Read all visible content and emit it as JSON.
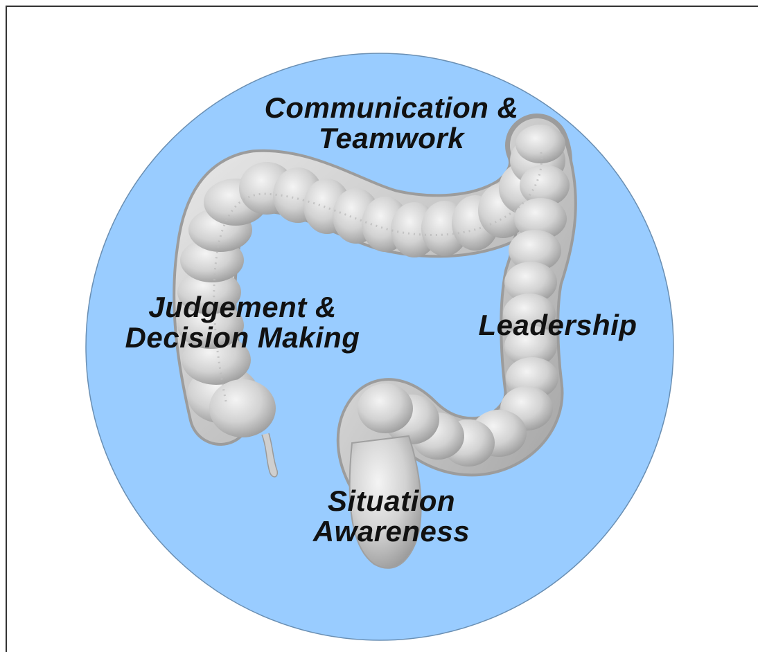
{
  "diagram": {
    "background_color": "#99ccff",
    "colon_color": "#d3d3d3",
    "labels": {
      "communication_line1": "Communication &",
      "communication_line2": "Teamwork",
      "judgement_line1": "Judgement &",
      "judgement_line2": "Decision Making",
      "leadership": "Leadership",
      "situation_line1": "Situation",
      "situation_line2": "Awareness"
    }
  }
}
